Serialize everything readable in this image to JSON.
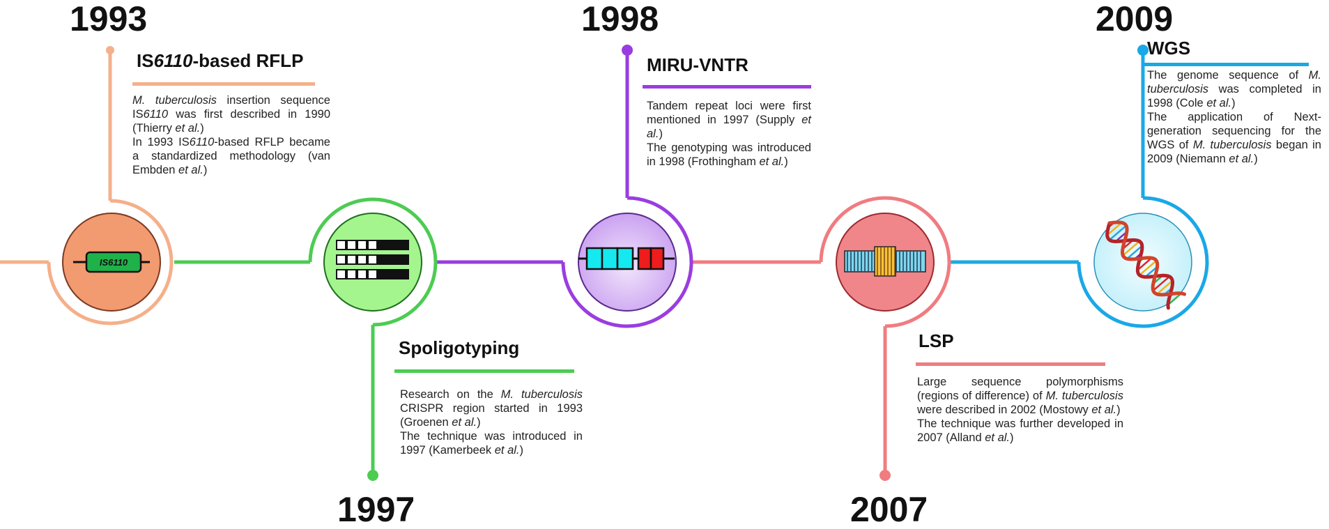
{
  "colors": {
    "rflp": "#f4b08a",
    "spoligo": "#4ccc52",
    "miru": "#9a3de0",
    "lsp": "#f07c80",
    "wgs": "#1aa8e6"
  },
  "milestones": [
    {
      "id": "rflp",
      "year": "1993",
      "title_pre": "IS",
      "title_em": "6110",
      "title_post": "-based RFLP",
      "icon_label": "IS6110",
      "icon": "is6110-element-icon",
      "desc": [
        [
          "M. tuberculosis",
          " insertion sequence IS",
          "6110",
          " was first described in 1990 (Thierry ",
          "et al.",
          ")"
        ],
        [
          "In 1993 IS",
          "6110",
          "-based RFLP became a standardized methodology (van Embden ",
          "et al.",
          ")"
        ]
      ]
    },
    {
      "id": "spoligo",
      "year": "1997",
      "title_pre": "Spoligotyping",
      "title_em": "",
      "title_post": "",
      "icon": "spoligotype-pattern-icon",
      "desc": [
        [
          "Research on the ",
          "M. tuberculosis",
          " CRISPR region started in 1993 (Groenen ",
          "et al.",
          ")"
        ],
        [
          "The technique was introduced in 1997 (Kamerbeek ",
          "et al.",
          ")"
        ]
      ]
    },
    {
      "id": "miru",
      "year": "1998",
      "title_pre": "MIRU-VNTR",
      "title_em": "",
      "title_post": "",
      "icon": "tandem-repeat-icon",
      "desc": [
        [
          "Tandem repeat loci were first mentioned in 1997 (Supply ",
          "et al.",
          ")"
        ],
        [
          "The genotyping was introduced in 1998 (Frothingham ",
          "et al.",
          ")"
        ]
      ]
    },
    {
      "id": "lsp",
      "year": "2007",
      "title_pre": "LSP",
      "title_em": "",
      "title_post": "",
      "icon": "region-of-difference-icon",
      "desc": [
        [
          "Large sequence polymorphisms (regions of difference) of ",
          "M. tuberculosis",
          " were described in 2002 (Mostowy ",
          "et al.",
          ")"
        ],
        [
          "The technique was further developed in 2007 (Alland ",
          "et al.",
          ")"
        ]
      ]
    },
    {
      "id": "wgs",
      "year": "2009",
      "title_pre": "WGS",
      "title_em": "",
      "title_post": "",
      "icon": "dna-double-helix-icon",
      "desc": [
        [
          "The genome sequence of ",
          "M. tuberculosis",
          " was completed in 1998 (Cole ",
          "et al.",
          ")"
        ],
        [
          "The application of Next-generation sequencing for the WGS of ",
          "M. tuberculosis",
          " began in 2009 (Niemann ",
          "et al.",
          ")"
        ]
      ]
    }
  ]
}
